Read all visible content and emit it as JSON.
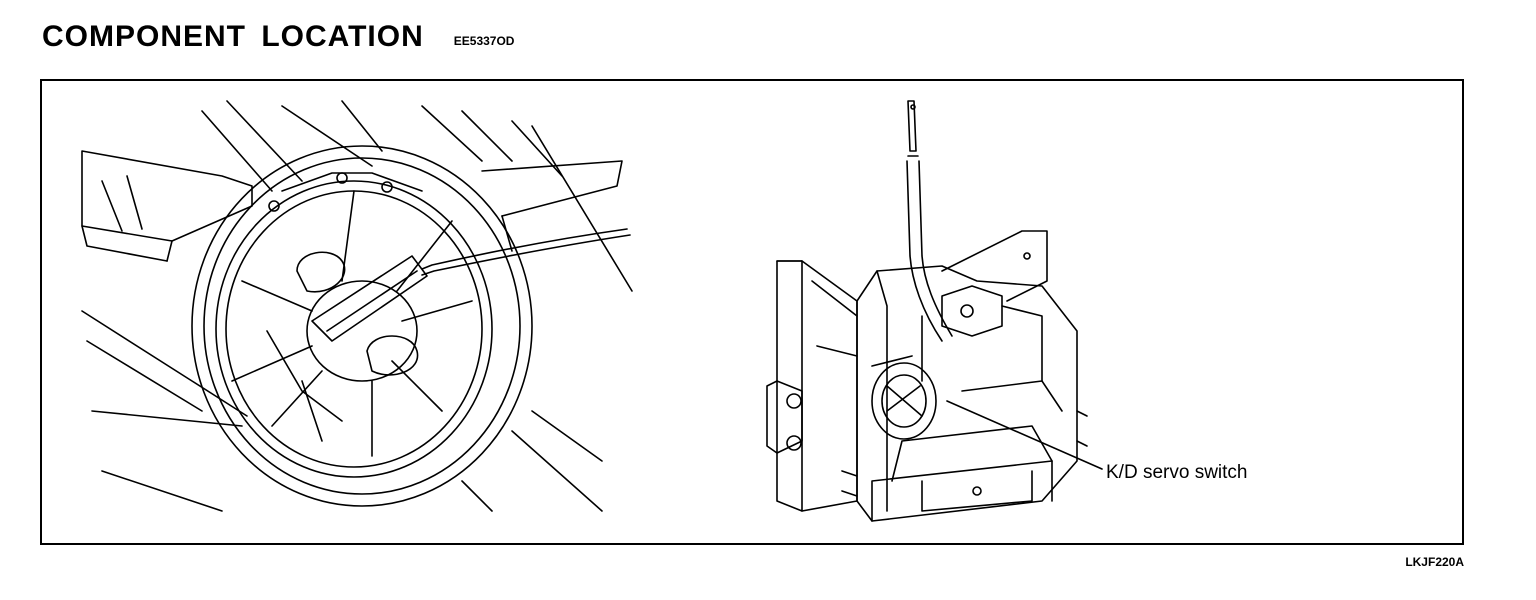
{
  "header": {
    "title": "COMPONENT LOCATION",
    "code": "EE5337OD"
  },
  "figure": {
    "callout_label": "K/D servo switch",
    "figure_id": "LKJF220A"
  },
  "icons": {
    "left_illustration": "servo-housing-closeup-illustration",
    "right_illustration": "transaxle-assembly-illustration"
  }
}
